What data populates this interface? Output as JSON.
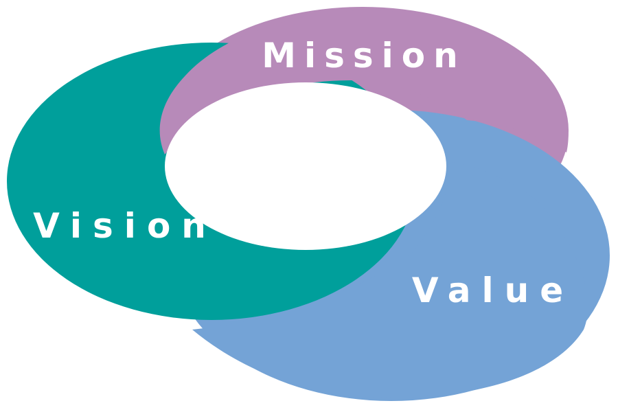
{
  "diagram": {
    "labels": {
      "mission": "Mission",
      "vision": "Vision",
      "value": "Value"
    },
    "colors": {
      "mission": "#b78ab9",
      "vision": "#009f9b",
      "value": "#74a3d6",
      "background": "#ffffff",
      "text": "#ffffff"
    }
  }
}
